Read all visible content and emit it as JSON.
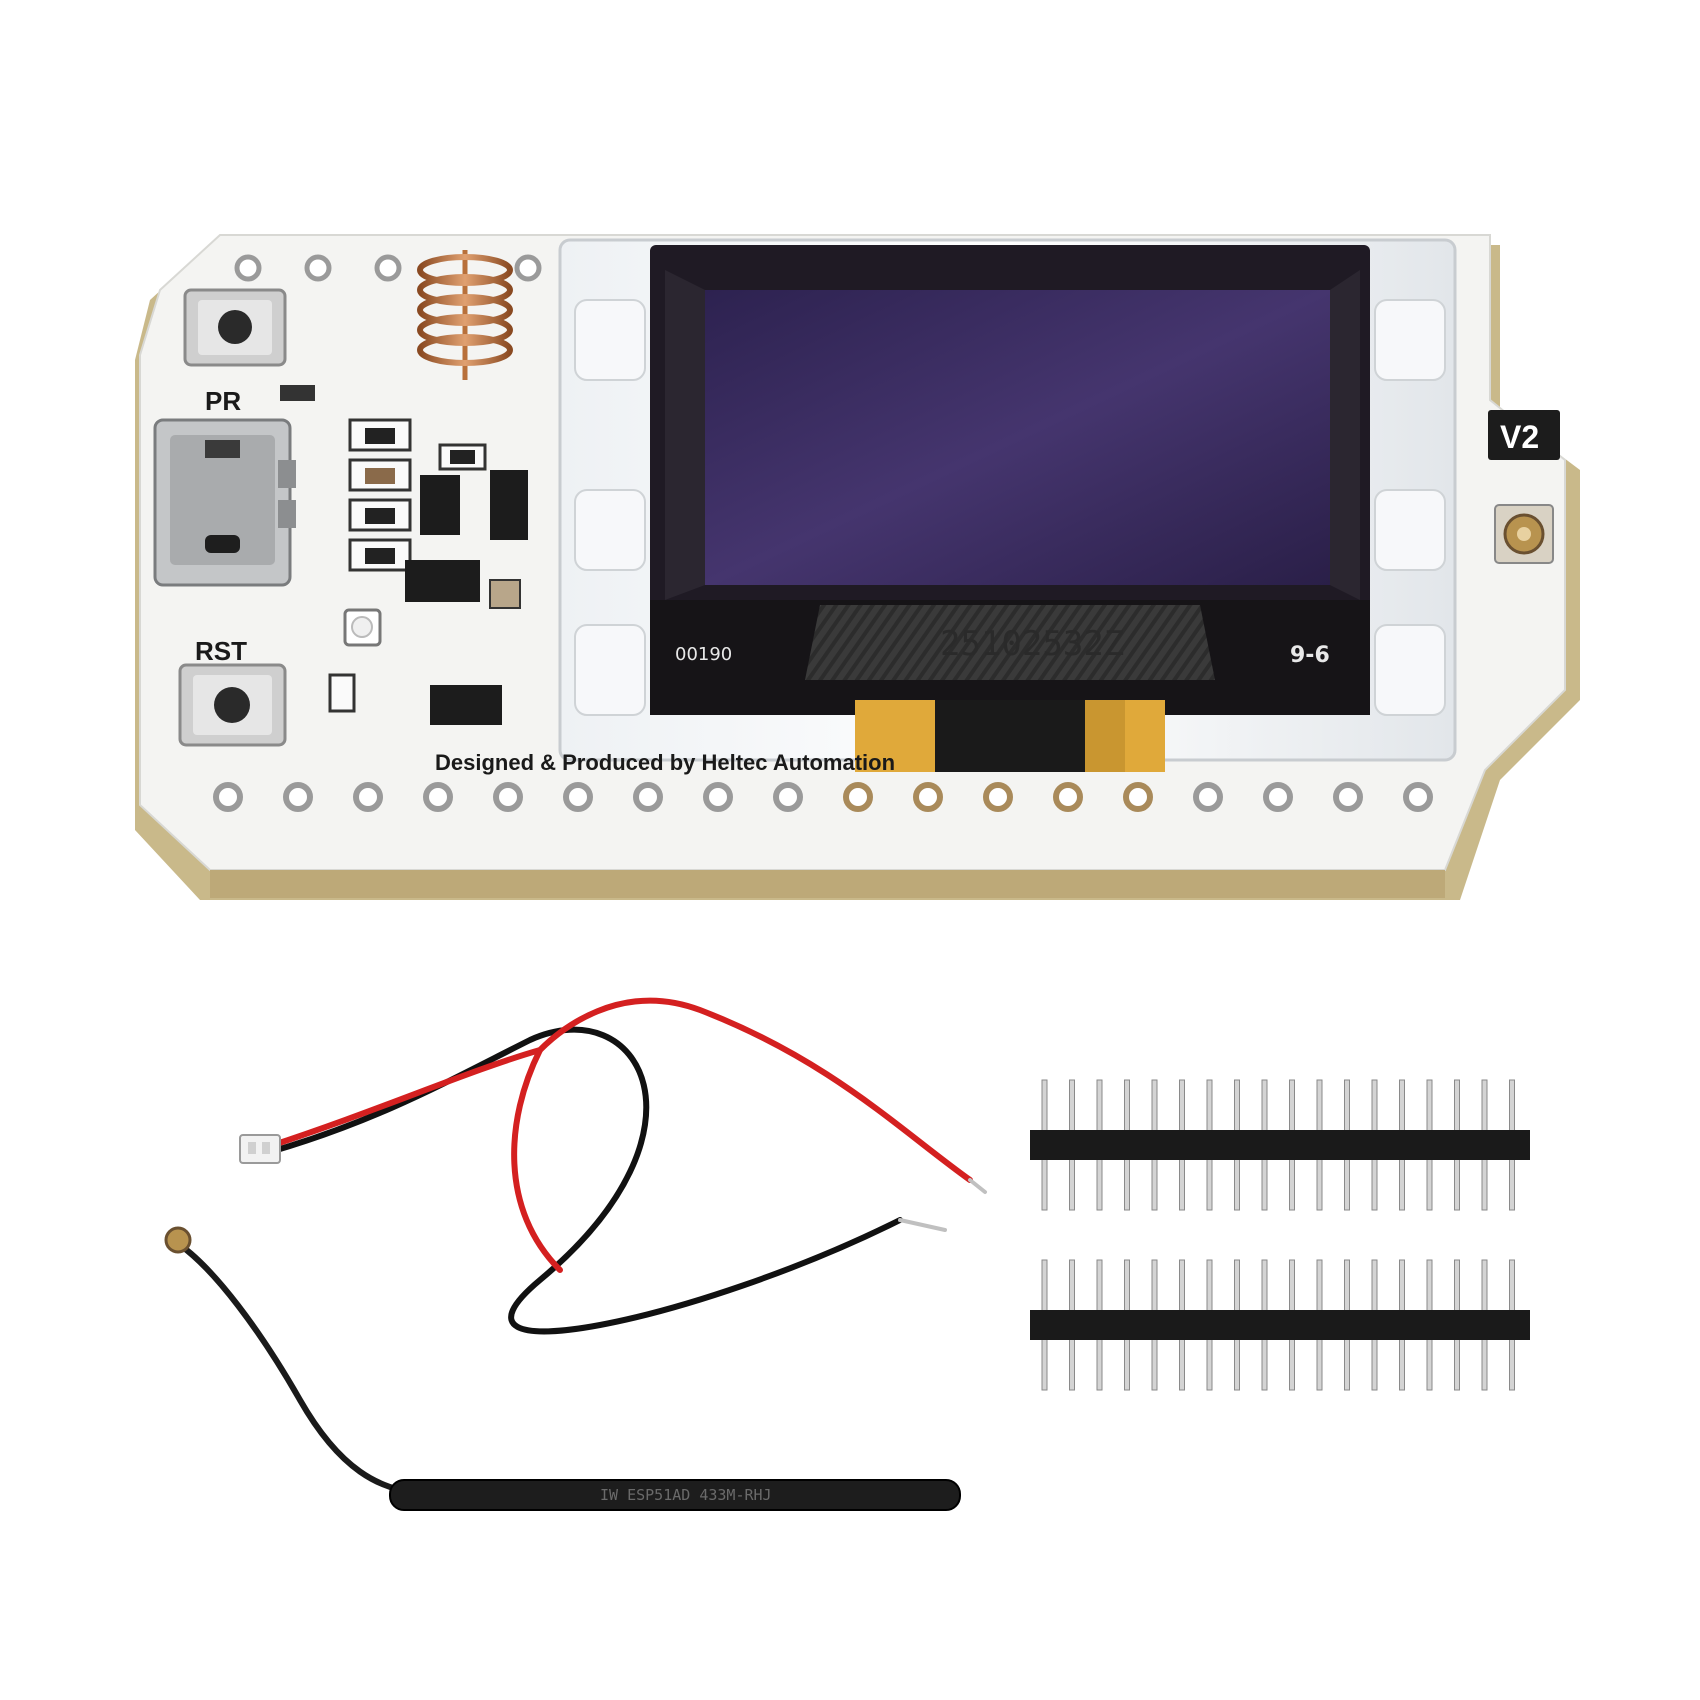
{
  "photo": {
    "board": {
      "version_badge": "V2",
      "button_top_label": "PR",
      "button_bottom_label": "RST",
      "silkscreen_credit": "Designed & Produced by Heltec Automation",
      "oled_serial_left": "00190",
      "oled_serial_right": "9-6",
      "fpc_code": "25102532Z",
      "colors": {
        "pcb": "#f4f4f2",
        "pcb_edge": "#c9b98a",
        "oled": "#3e2f63",
        "antenna_coil": "#b8703a",
        "fpc_flex": "#e0a93a"
      }
    },
    "accessories": {
      "antenna_print": "IW ESP51AD 433M-RHJ",
      "pin_header_count": 2,
      "pins_per_header": 18,
      "battery_wire_colors": [
        "#d42020",
        "#111111"
      ]
    }
  }
}
